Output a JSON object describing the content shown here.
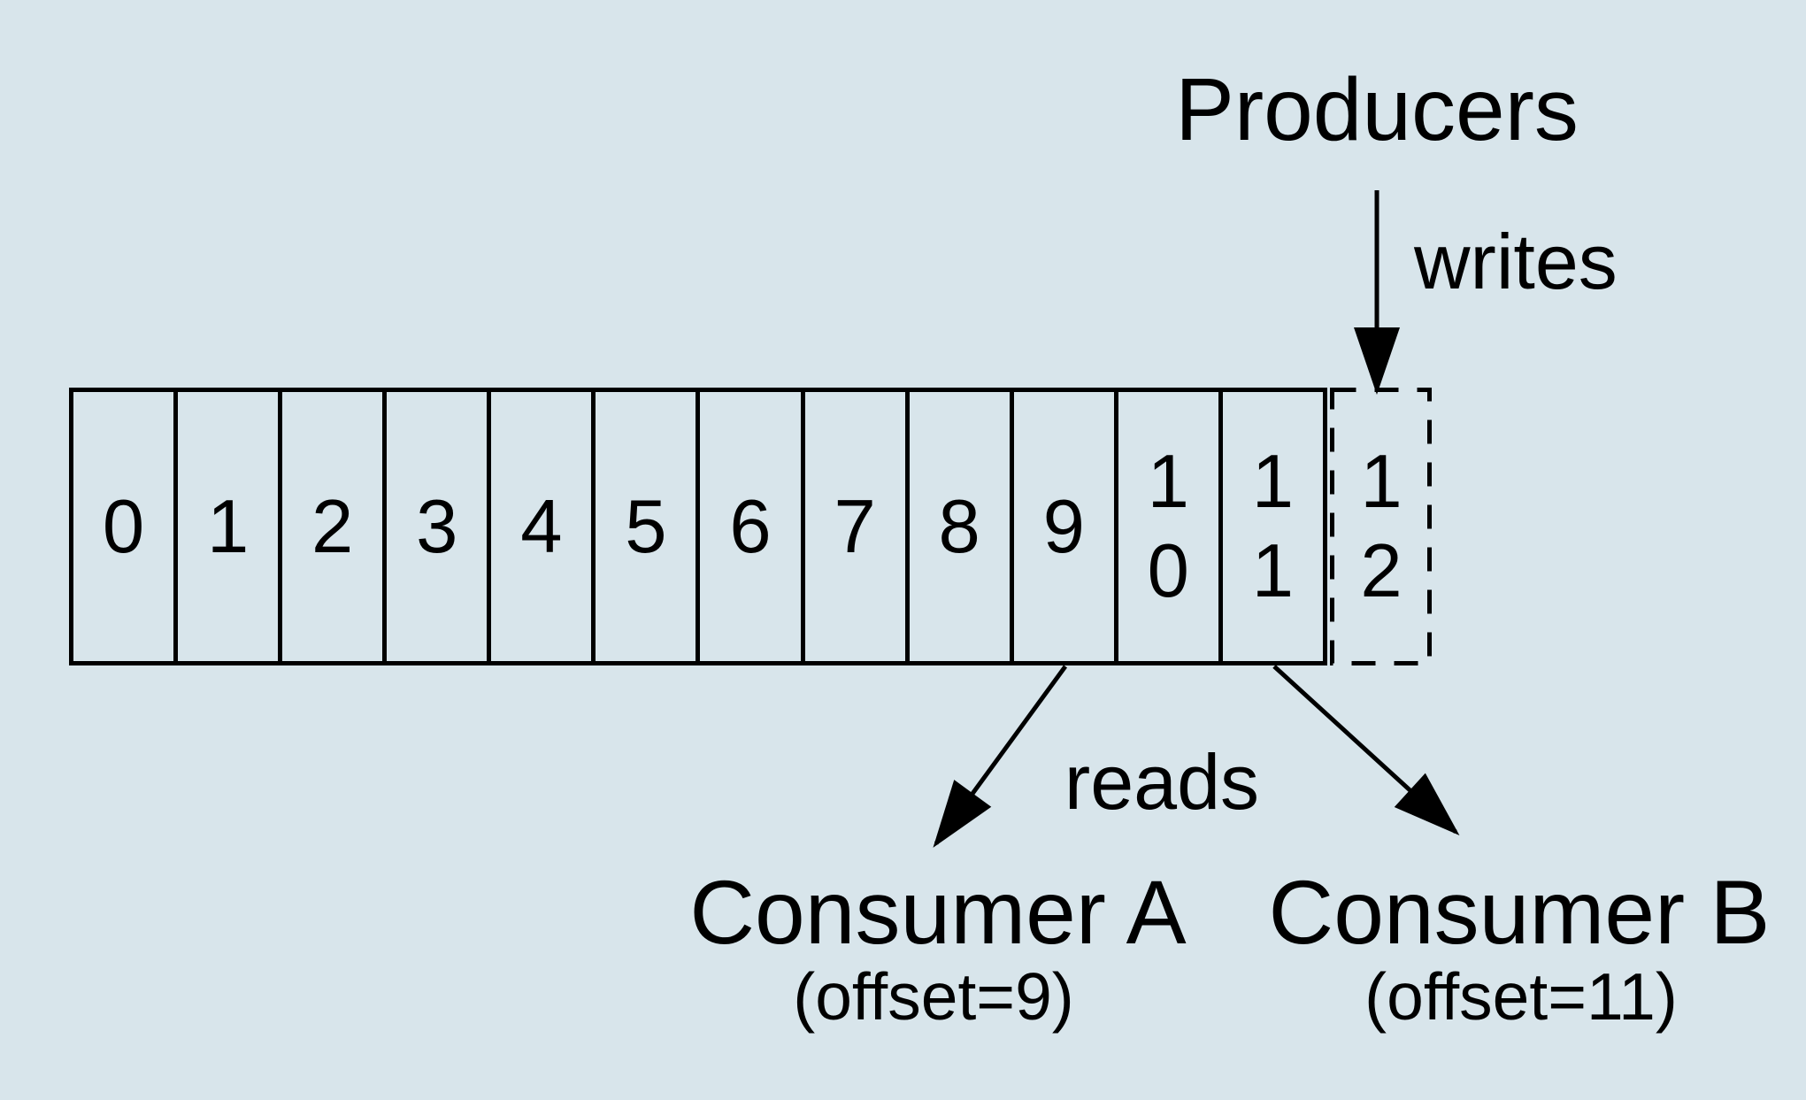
{
  "labels": {
    "producers": "Producers",
    "writes": "writes",
    "reads": "reads"
  },
  "cells": [
    "0",
    "1",
    "2",
    "3",
    "4",
    "5",
    "6",
    "7",
    "8",
    "9",
    "1\n0",
    "1\n1"
  ],
  "next_cell": "1\n2",
  "consumers": {
    "a": {
      "name": "Consumer A",
      "offset": "(offset=9)"
    },
    "b": {
      "name": "Consumer B",
      "offset": "(offset=11)"
    }
  },
  "colors": {
    "background": "#d8e5eb",
    "ink": "#000000"
  }
}
